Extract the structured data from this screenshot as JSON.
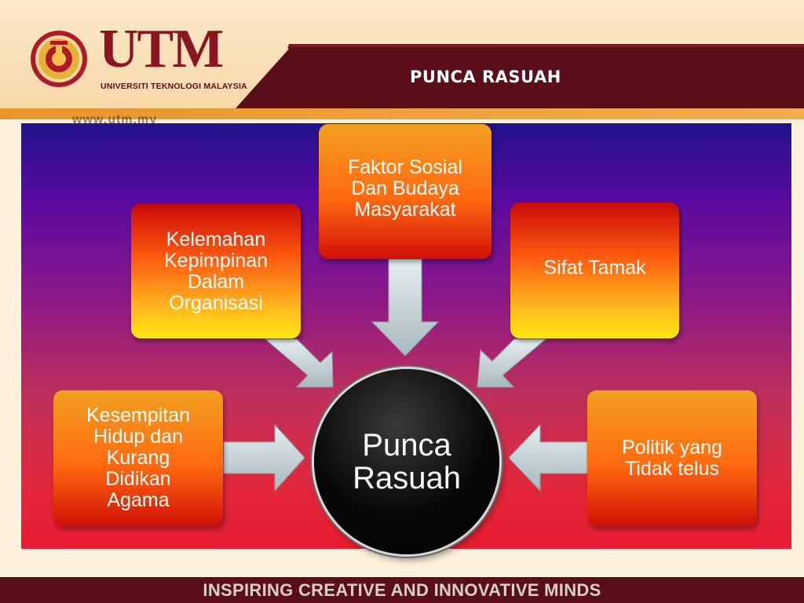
{
  "header": {
    "title": "PUNCA RASUAH",
    "logo_text": "UTM",
    "logo_subtitle": "UNIVERSITI TEKNOLOGI MALAYSIA",
    "url": "www.utm.my"
  },
  "diagram": {
    "center": "Punca\nRasuah",
    "boxes": {
      "sosial": "Faktor Sosial\nDan Budaya\nMasyarakat",
      "kelemahan": "Kelemahan\nKepimpinan\nDalam\nOrganisasi",
      "tamak": "Sifat Tamak",
      "hidup": "Kesempitan\nHidup dan\nKurang\nDidikan\nAgama",
      "politik": "Politik yang\nTidak telus"
    }
  },
  "footer": {
    "tagline": "INSPIRING CREATIVE AND INNOVATIVE MINDS"
  },
  "colors": {
    "maroon": "#5a0e19",
    "brand_red": "#8a1622",
    "arrow": "#c8d4d8"
  }
}
